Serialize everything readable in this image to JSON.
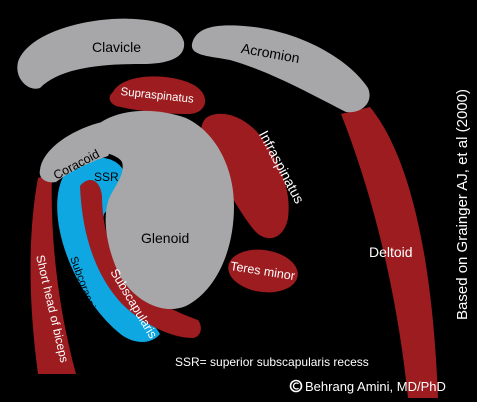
{
  "structures": {
    "clavicle": "Clavicle",
    "acromion": "Acromion",
    "supraspinatus": "Supraspinatus",
    "infraspinatus": "Infraspinatus",
    "coracoid": "Coracoid",
    "ssr": "SSR",
    "glenoid": "Glenoid",
    "teres_minor": "Teres minor",
    "deltoid": "Deltoid",
    "biceps": "Short head of biceps",
    "bursa": "Subcoracoid Bursa",
    "subscapularis": "Subscapularis"
  },
  "legend": "SSR= superior subscapularis recess",
  "source": "Based on Grainger AJ, et al (2000)",
  "credit": "Behrang Amini, MD/PhD",
  "colors": {
    "background": "#000000",
    "bone": "#a7a7a9",
    "muscle": "#9c1c20",
    "recess": "#0fa7e2",
    "text": "#ffffff"
  }
}
